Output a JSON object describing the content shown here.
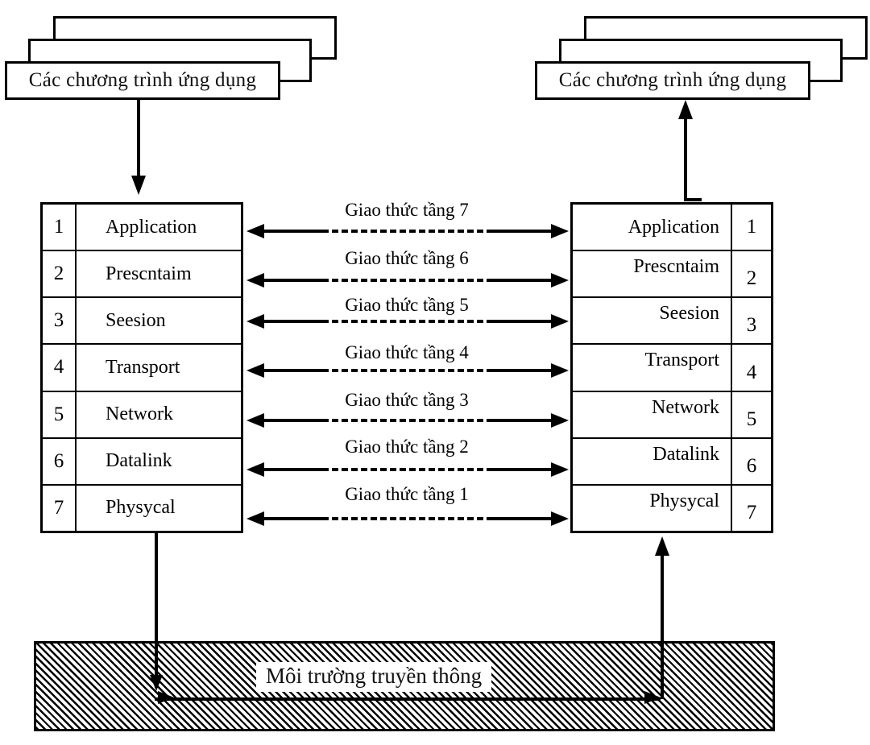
{
  "diagram": {
    "title": "OSI seven-layer model communication diagram",
    "left_application_stack": {
      "label": "Các chương trình ứng dụng",
      "box_count": 3
    },
    "right_application_stack": {
      "label": "Các chương trình ứng dụng",
      "box_count": 3
    },
    "layers": [
      {
        "number": "1",
        "name": "Application"
      },
      {
        "number": "2",
        "name": "Prescntaim"
      },
      {
        "number": "3",
        "name": "Seesion"
      },
      {
        "number": "4",
        "name": "Transport"
      },
      {
        "number": "5",
        "name": "Network"
      },
      {
        "number": "6",
        "name": "Datalink"
      },
      {
        "number": "7",
        "name": "Physycal"
      }
    ],
    "protocols": [
      {
        "label": "Giao thức tầng 7"
      },
      {
        "label": "Giao thức tầng 6"
      },
      {
        "label": "Giao thức tầng 5"
      },
      {
        "label": "Giao thức tầng 4"
      },
      {
        "label": "Giao thức tầng 3"
      },
      {
        "label": "Giao thức tầng 2"
      },
      {
        "label": "Giao thức tầng 1"
      }
    ],
    "medium": {
      "label": "Môi trường truyền thông"
    },
    "colors": {
      "stroke": "#000000",
      "background": "#ffffff",
      "hatch": "#000000"
    }
  }
}
